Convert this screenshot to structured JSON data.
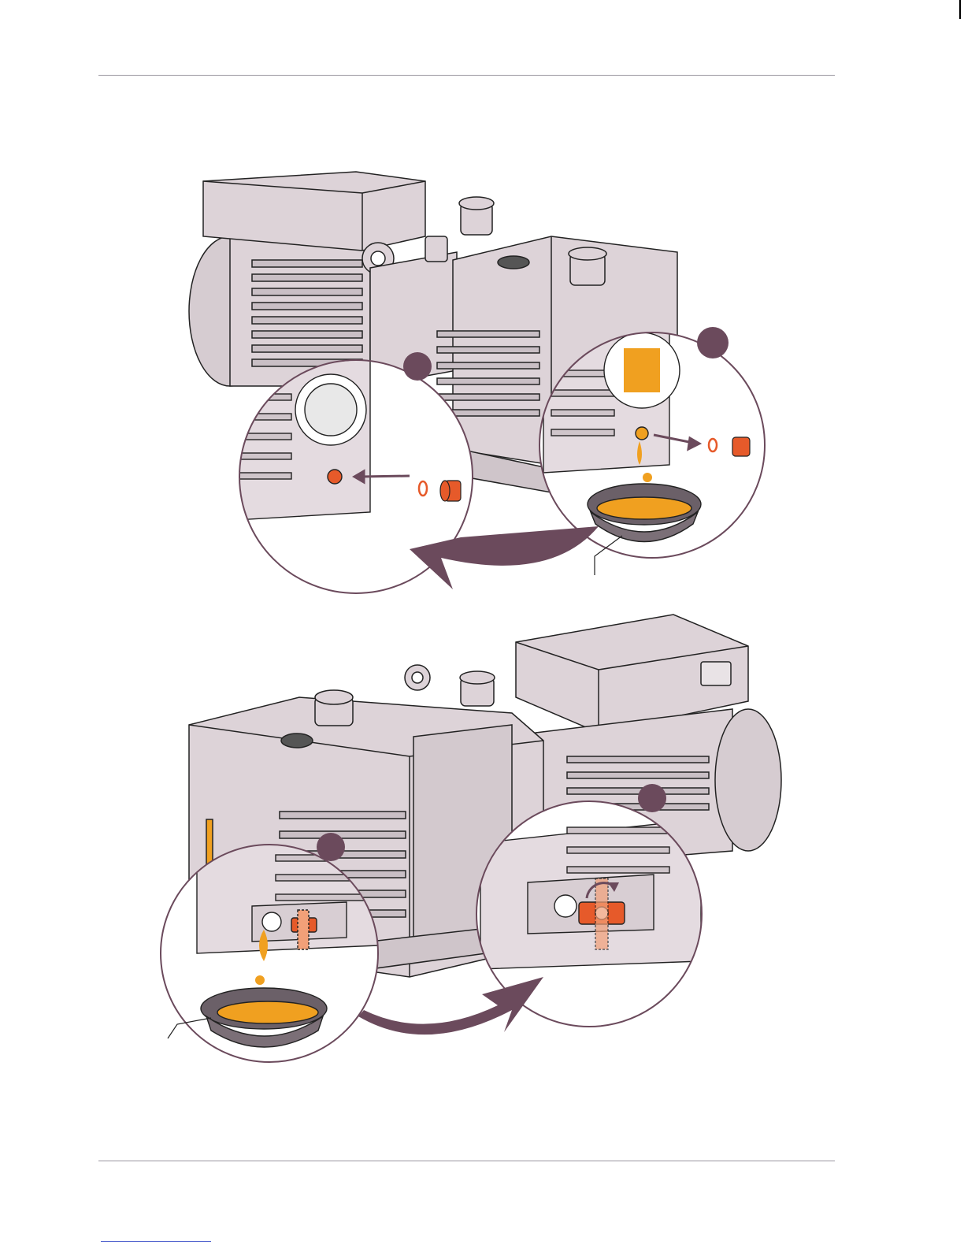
{
  "page": {
    "header_rule": true,
    "footer_rule": true
  },
  "figures": [
    {
      "description_icon": "oil-drain-plug-procedure",
      "callouts": [
        "step-circle",
        "step-circle"
      ]
    },
    {
      "description_icon": "oil-drain-valve-procedure",
      "callouts": [
        "step-circle",
        "step-circle"
      ]
    }
  ],
  "colors": {
    "body": "#ddd3d8",
    "outline": "#222222",
    "accent_plum": "#6b4a5c",
    "oil": "#f0a020",
    "plug": "#e65a2a"
  }
}
